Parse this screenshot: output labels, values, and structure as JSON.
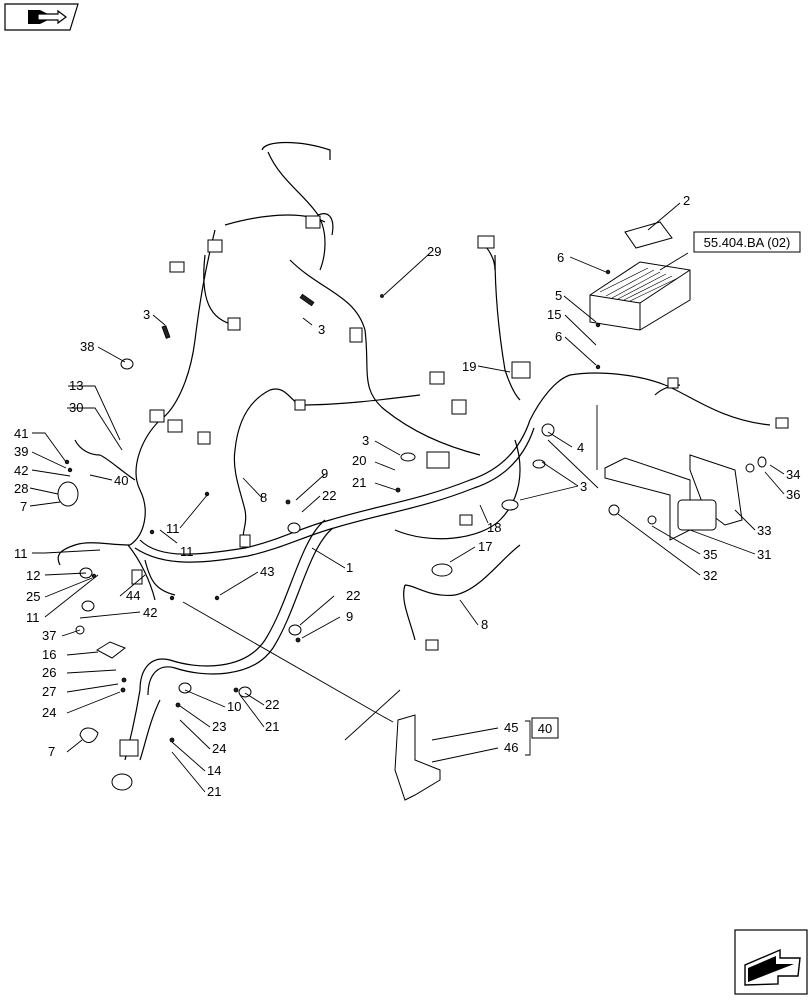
{
  "references": {
    "fuse_box_ref": "55.404.BA (02)",
    "group_ref": "40"
  },
  "callouts": [
    {
      "id": "c2",
      "text": "2"
    },
    {
      "id": "c6a",
      "text": "6"
    },
    {
      "id": "c5",
      "text": "5"
    },
    {
      "id": "c15",
      "text": "15"
    },
    {
      "id": "c6b",
      "text": "6"
    },
    {
      "id": "c29",
      "text": "29"
    },
    {
      "id": "c3a",
      "text": "3"
    },
    {
      "id": "c3b",
      "text": "3"
    },
    {
      "id": "c38",
      "text": "38"
    },
    {
      "id": "c19",
      "text": "19"
    },
    {
      "id": "c13",
      "text": "13"
    },
    {
      "id": "c30",
      "text": "30"
    },
    {
      "id": "c41",
      "text": "41"
    },
    {
      "id": "c39",
      "text": "39"
    },
    {
      "id": "c42a",
      "text": "42"
    },
    {
      "id": "c40",
      "text": "40"
    },
    {
      "id": "c28",
      "text": "28"
    },
    {
      "id": "c7a",
      "text": "7"
    },
    {
      "id": "c3c",
      "text": "3"
    },
    {
      "id": "c4",
      "text": "4"
    },
    {
      "id": "c9a",
      "text": "9"
    },
    {
      "id": "c20",
      "text": "20"
    },
    {
      "id": "c21a",
      "text": "21"
    },
    {
      "id": "c22a",
      "text": "22"
    },
    {
      "id": "c8a",
      "text": "8"
    },
    {
      "id": "c3d",
      "text": "3"
    },
    {
      "id": "c34",
      "text": "34"
    },
    {
      "id": "c36",
      "text": "36"
    },
    {
      "id": "c33",
      "text": "33"
    },
    {
      "id": "c31",
      "text": "31"
    },
    {
      "id": "c35",
      "text": "35"
    },
    {
      "id": "c32",
      "text": "32"
    },
    {
      "id": "c18",
      "text": "18"
    },
    {
      "id": "c17",
      "text": "17"
    },
    {
      "id": "c11a",
      "text": "11"
    },
    {
      "id": "c11b",
      "text": "11"
    },
    {
      "id": "c11c",
      "text": "11"
    },
    {
      "id": "c12",
      "text": "12"
    },
    {
      "id": "c25",
      "text": "25"
    },
    {
      "id": "c11d",
      "text": "11"
    },
    {
      "id": "c44",
      "text": "44"
    },
    {
      "id": "c42b",
      "text": "42"
    },
    {
      "id": "c43",
      "text": "43"
    },
    {
      "id": "c1",
      "text": "1"
    },
    {
      "id": "c37",
      "text": "37"
    },
    {
      "id": "c22b",
      "text": "22"
    },
    {
      "id": "c9b",
      "text": "9"
    },
    {
      "id": "c8b",
      "text": "8"
    },
    {
      "id": "c16",
      "text": "16"
    },
    {
      "id": "c26",
      "text": "26"
    },
    {
      "id": "c27",
      "text": "27"
    },
    {
      "id": "c24a",
      "text": "24"
    },
    {
      "id": "c10",
      "text": "10"
    },
    {
      "id": "c22c",
      "text": "22"
    },
    {
      "id": "c23",
      "text": "23"
    },
    {
      "id": "c21b",
      "text": "21"
    },
    {
      "id": "c7b",
      "text": "7"
    },
    {
      "id": "c24b",
      "text": "24"
    },
    {
      "id": "c14",
      "text": "14"
    },
    {
      "id": "c21c",
      "text": "21"
    },
    {
      "id": "c45",
      "text": "45"
    },
    {
      "id": "c46",
      "text": "46"
    }
  ],
  "icons": {
    "top_left": "book-arrow-icon",
    "bottom_right": "next-page-arrow-icon"
  }
}
